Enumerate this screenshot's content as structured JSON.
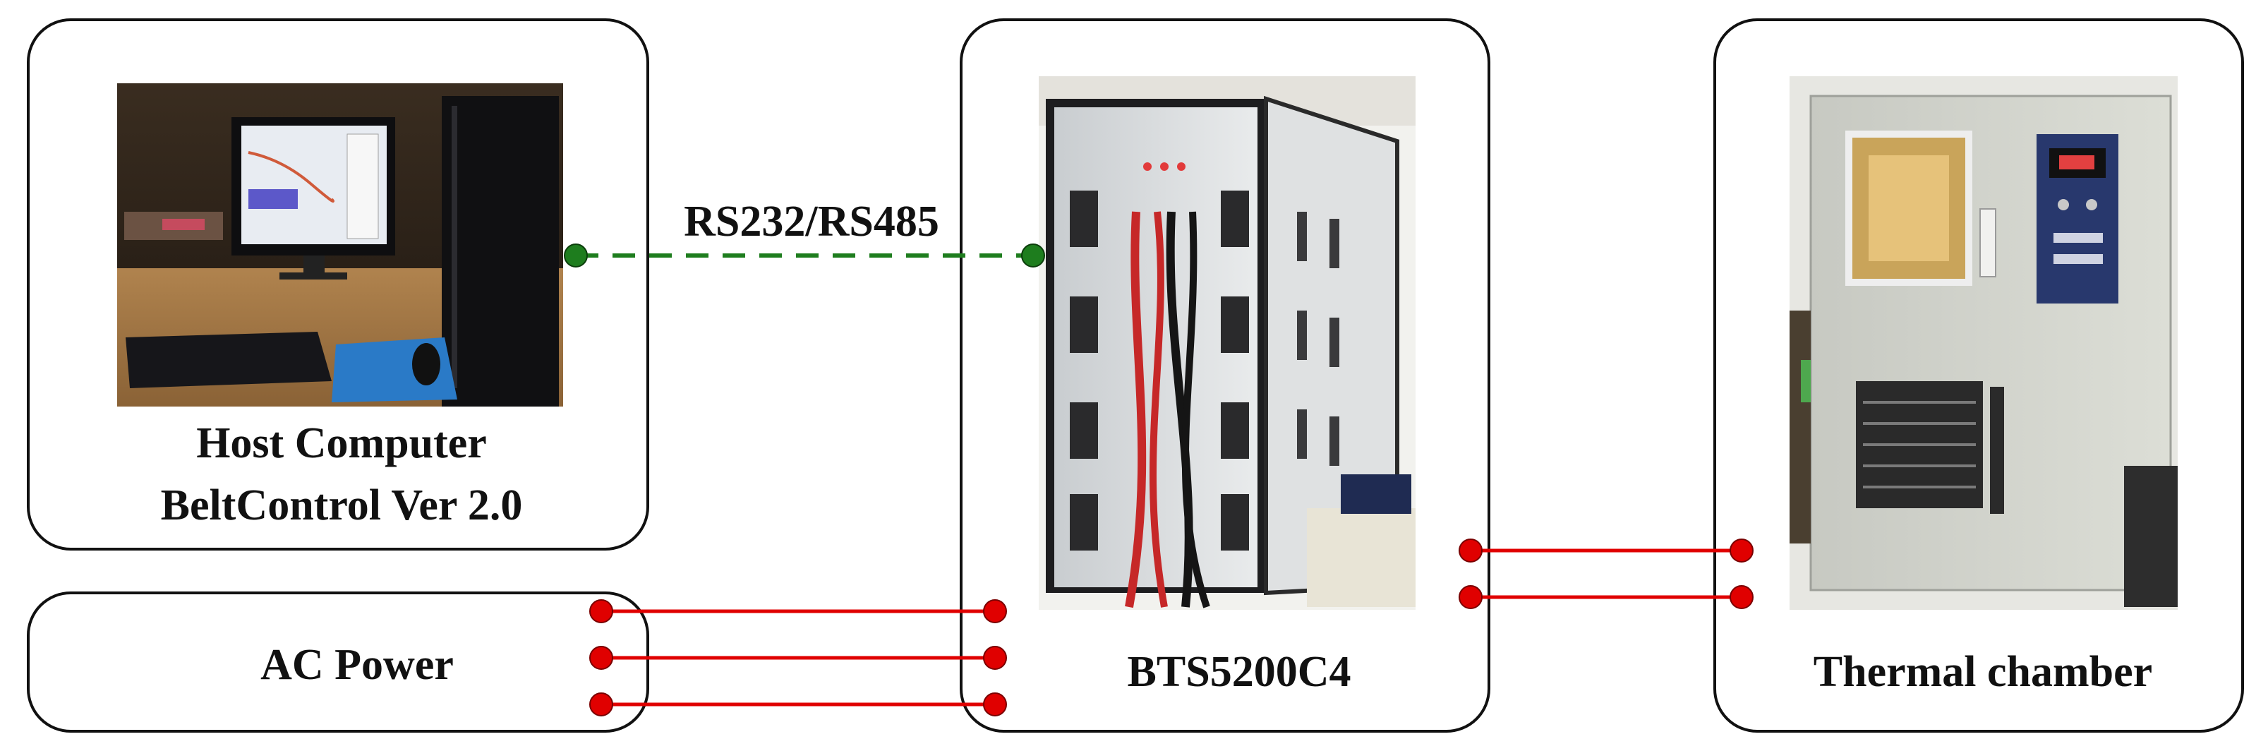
{
  "colors": {
    "serial_link": "#1e7d1e",
    "power_link": "#e00000",
    "border": "#111111"
  },
  "host": {
    "title": "Host Computer",
    "subtitle": "BeltControl Ver 2.0",
    "photo_icon": "desktop-computer-photo"
  },
  "serial_link": {
    "label": "RS232/RS485"
  },
  "ac_power": {
    "label": "AC Power"
  },
  "tester": {
    "label": "BTS5200C4",
    "photo_icon": "battery-tester-cabinet-photo"
  },
  "chamber": {
    "label": "Thermal chamber",
    "photo_icon": "thermal-chamber-photo"
  }
}
